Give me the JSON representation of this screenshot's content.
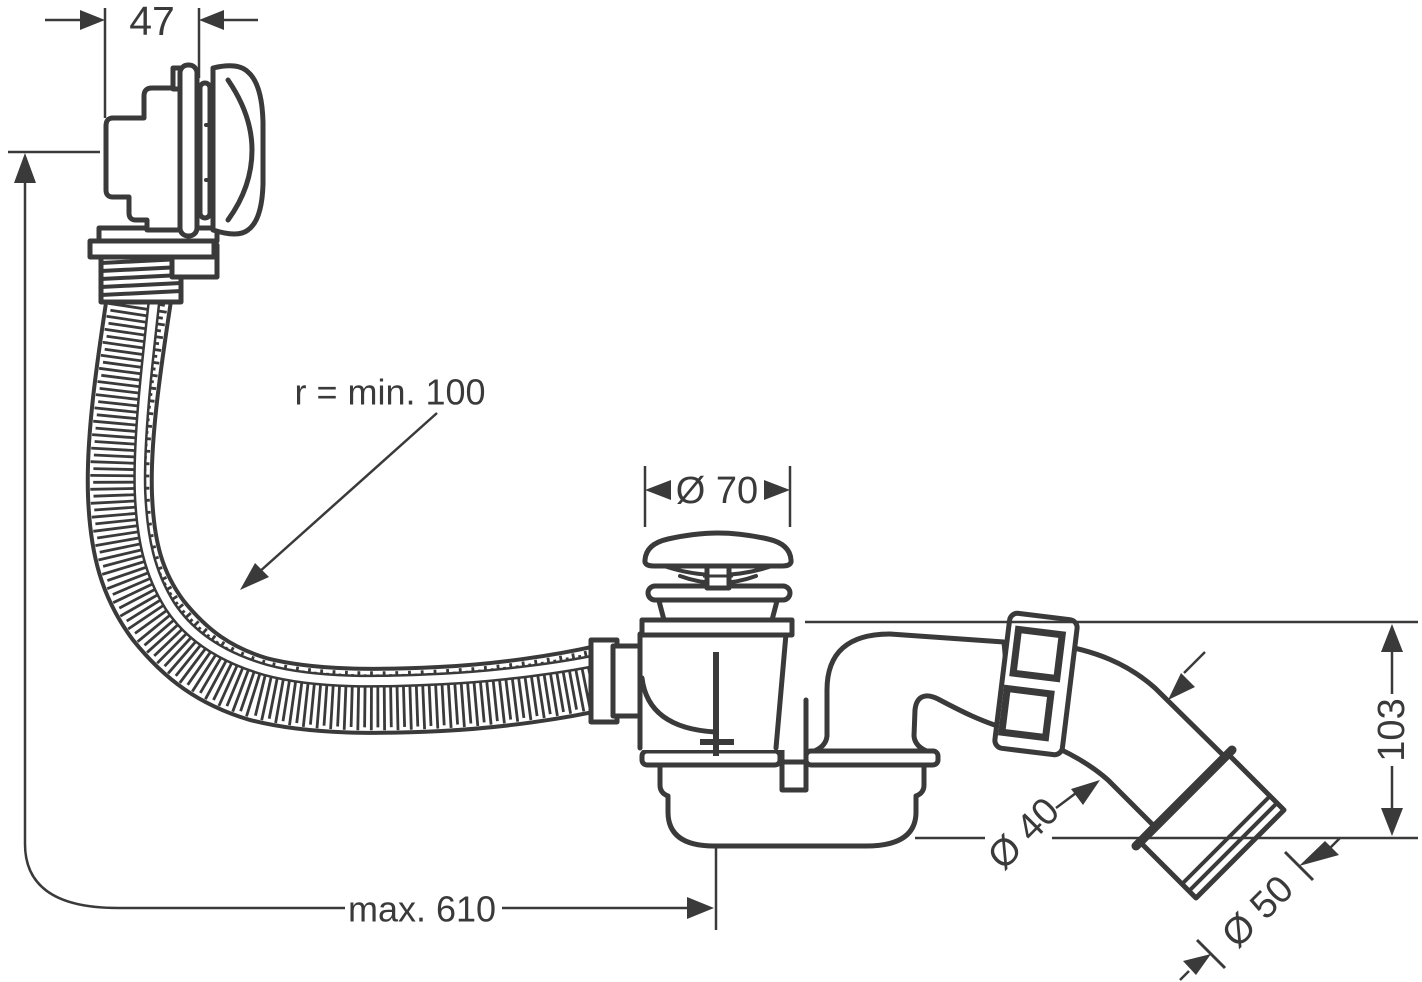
{
  "figure": {
    "colors": {
      "line": "#3a3a3a",
      "background": "#ffffff"
    }
  },
  "dimensions": {
    "overflow_depth": "47",
    "hose_bend_radius": "r = min. 100",
    "plug_diameter": "Ø 70",
    "outlet_height": "103",
    "outlet_pipe_diameter": "Ø 40",
    "outlet_socket_diameter": "Ø 50",
    "max_overflow_to_waste": "max. 610"
  }
}
